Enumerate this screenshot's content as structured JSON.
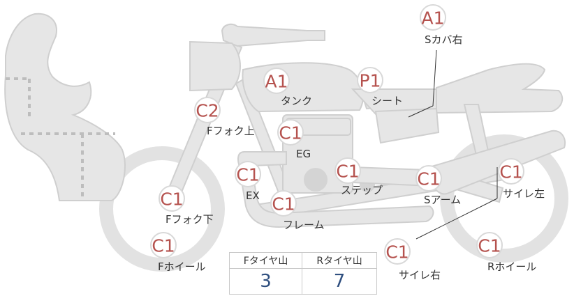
{
  "colors": {
    "body_fill": "#e6e6e6",
    "body_stroke": "#cfcfcf",
    "hatch": "#bdbdbd",
    "grade_text": "#b5524e",
    "label_text": "#333333",
    "table_value": "#2f4f7f"
  },
  "parts": [
    {
      "id": "s-cover-right",
      "grade": "A1",
      "label": "Sカバ右"
    },
    {
      "id": "tank",
      "grade": "A1",
      "label": "タンク"
    },
    {
      "id": "seat",
      "grade": "P1",
      "label": "シート"
    },
    {
      "id": "f-fork-upper",
      "grade": "C2",
      "label": "Fフォク上"
    },
    {
      "id": "eg",
      "grade": "C1",
      "label": "EG"
    },
    {
      "id": "ex",
      "grade": "C1",
      "label": "EX"
    },
    {
      "id": "step",
      "grade": "C1",
      "label": "ステップ"
    },
    {
      "id": "s-arm",
      "grade": "C1",
      "label": "Sアーム"
    },
    {
      "id": "muffler-left",
      "grade": "C1",
      "label": "サイレ左"
    },
    {
      "id": "f-fork-lower",
      "grade": "C1",
      "label": "Fフォク下"
    },
    {
      "id": "frame",
      "grade": "C1",
      "label": "フレーム"
    },
    {
      "id": "f-wheel",
      "grade": "C1",
      "label": "Fホイール"
    },
    {
      "id": "muffler-right",
      "grade": "C1",
      "label": "サイレ右"
    },
    {
      "id": "r-wheel",
      "grade": "C1",
      "label": "Rホイール"
    }
  ],
  "tread_table": {
    "headers": [
      "Fタイヤ山",
      "Rタイヤ山"
    ],
    "values": [
      "3",
      "7"
    ]
  }
}
